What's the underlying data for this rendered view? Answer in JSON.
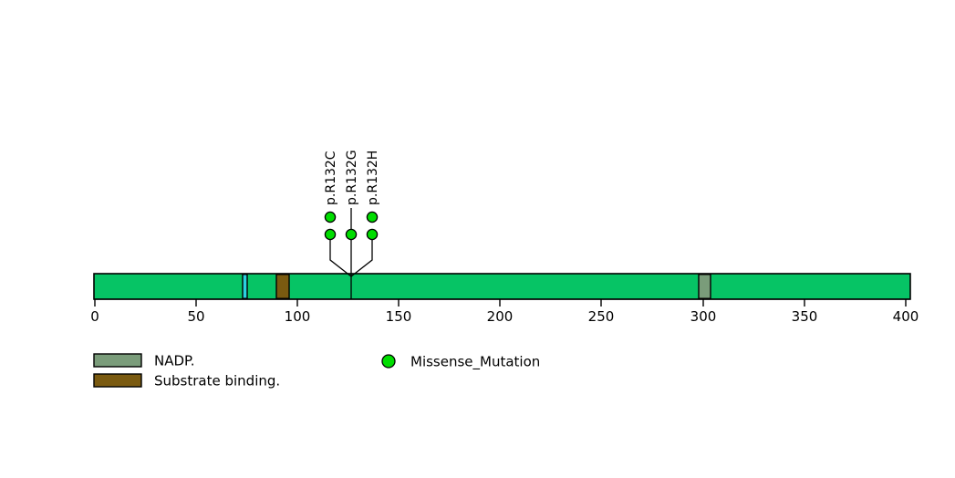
{
  "chart_data": {
    "type": "lollipop",
    "title": "",
    "xlabel": "",
    "ylabel": "",
    "protein": {
      "length": 414,
      "bar_color": "#06c465",
      "outline_color": "#000000"
    },
    "axis": {
      "ticks": [
        0,
        50,
        100,
        150,
        200,
        250,
        300,
        350,
        400
      ],
      "tick_labels": [
        "0",
        "50",
        "100",
        "150",
        "200",
        "250",
        "300",
        "350",
        "400"
      ],
      "xlim": [
        0,
        414
      ],
      "grid": false
    },
    "domains": [
      {
        "name": "NADP.",
        "start": 75,
        "end": 77,
        "color": "#2ad2e0"
      },
      {
        "name": "Substrate binding.",
        "start": 94,
        "end": 100,
        "color": "#7a5a10"
      },
      {
        "name": "NADP.",
        "start": 309,
        "end": 315,
        "color": "#7a9c7a"
      }
    ],
    "mutations": [
      {
        "label": "p.R132C",
        "position": 132,
        "stem_x": 120,
        "count": 2,
        "type": "Missense_Mutation",
        "color": "#00dd00"
      },
      {
        "label": "p.R132G",
        "position": 132,
        "stem_x": 131,
        "count": 1,
        "type": "Missense_Mutation",
        "color": "#00dd00"
      },
      {
        "label": "p.R132H",
        "position": 132,
        "stem_x": 142,
        "count": 2,
        "type": "Missense_Mutation",
        "color": "#00dd00"
      }
    ],
    "legend": {
      "position": "bottom-left",
      "domain_entries": [
        {
          "label": "NADP.",
          "color": "#7a9c7a"
        },
        {
          "label": "Substrate binding.",
          "color": "#7a5a10"
        }
      ],
      "mutation_entries": [
        {
          "label": "Missense_Mutation",
          "color": "#00dd00",
          "marker": "circle"
        }
      ]
    }
  }
}
